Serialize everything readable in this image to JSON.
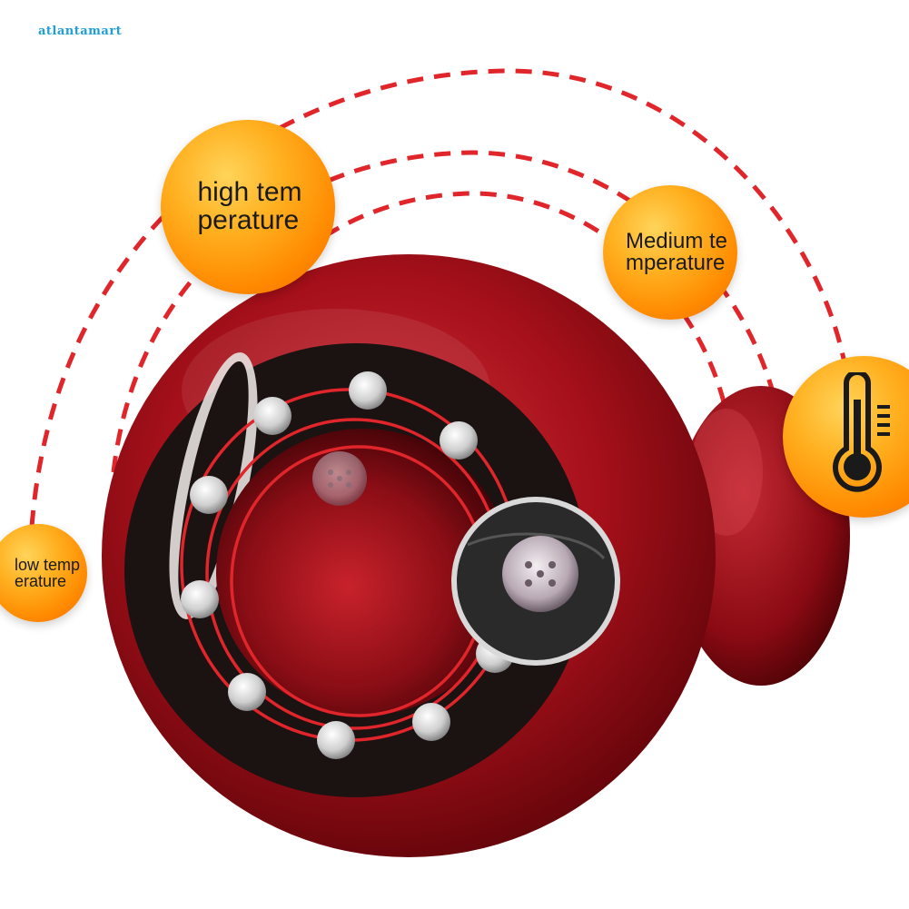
{
  "watermark": "atlantamart",
  "labels": {
    "high": "high tem\nperature",
    "medium": "Medium te\nmperature",
    "low": "low temp\nerature"
  },
  "icons": {
    "thermometer": "thermometer-icon"
  },
  "colors": {
    "dashed_arc": "#e0252b",
    "ring": "#e0252b",
    "bubble_orange": "#ff9a10",
    "device_red": "#b1121c",
    "face_black": "#1b1212"
  }
}
